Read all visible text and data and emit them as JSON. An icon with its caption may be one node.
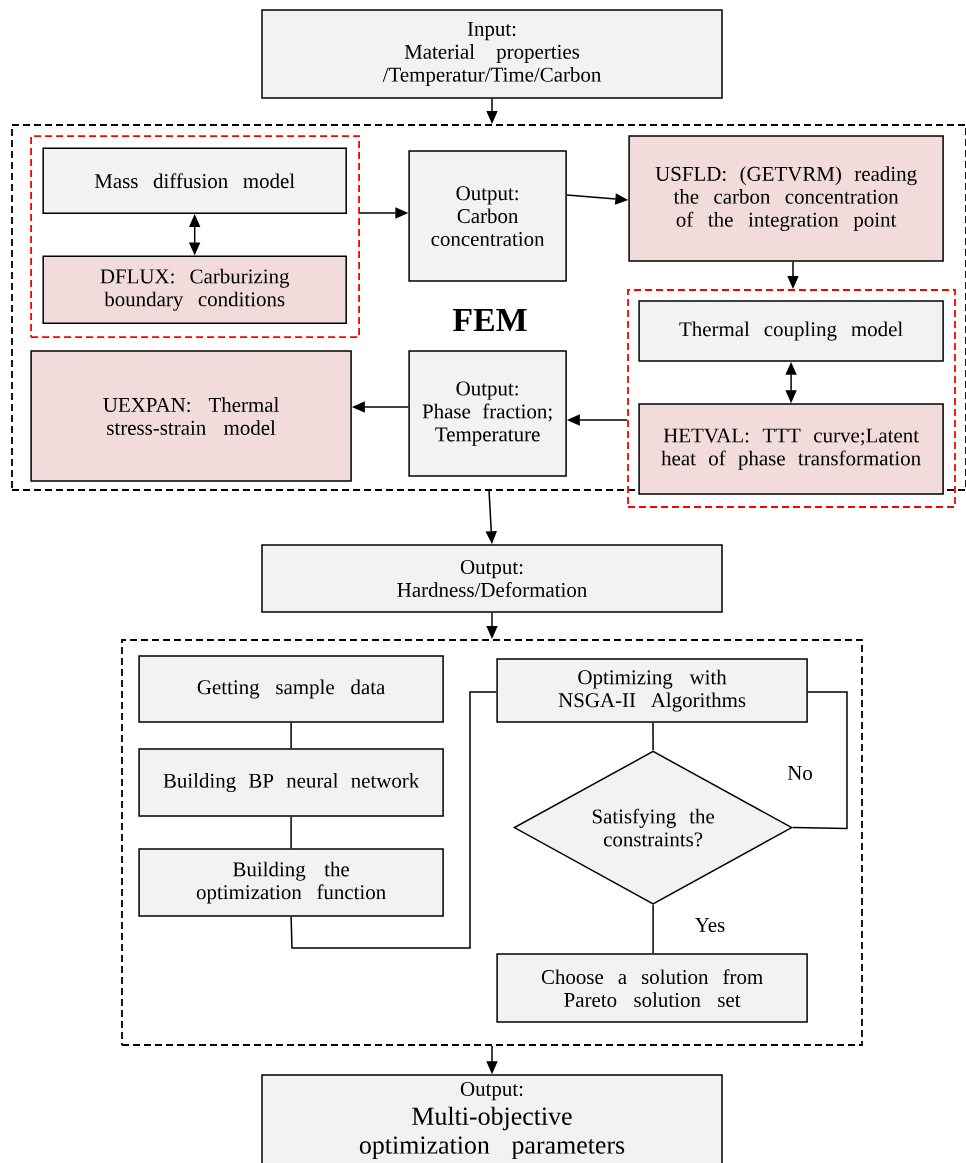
{
  "diagram": {
    "nodes": [
      {
        "text": [
          "Input:",
          "Material properties /Temperatur/Time/Carbon"
        ]
      },
      {
        "text": [
          "FEM"
        ]
      },
      {
        "text": [],
        "shape": "box",
        "in": 1
      },
      {
        "text": [
          "Mass diffusion model"
        ],
        "in": 2
      },
      {
        "text": [
          "DFLUX: Carburizing boundary conditions"
        ],
        "in": 2
      },
      {
        "text": [
          "Output:",
          "Carbon concentration"
        ],
        "in": 1
      },
      {
        "text": [
          "USFLD: (GETVRM) reading the carbon concentration of the integration point"
        ],
        "in": 1
      },
      {
        "text": [],
        "shape": "box"
      },
      {
        "text": [
          "Thermal coupling model"
        ],
        "in": 7
      },
      {
        "text": [
          "HETVAL: TTT curve;Latent heat of phase transformation"
        ],
        "in": 7
      },
      {
        "text": [
          "Output:",
          "Phase fraction; Temperature"
        ],
        "in": 1
      },
      {
        "text": [
          "UEXPAN: Thermal stress-strain model"
        ],
        "in": 1
      },
      {
        "text": [
          "Output:",
          "Hardness/Deformation"
        ]
      },
      {
        "text": [],
        "shape": "box"
      },
      {
        "text": [
          "Getting sample data"
        ],
        "in": 13
      },
      {
        "text": [
          "Building BP neural network"
        ],
        "in": 13
      },
      {
        "text": [
          "Building the optimization function"
        ],
        "in": 13
      },
      {
        "text": [
          "Optimizing with NSGA-II Algorithms"
        ],
        "in": 13
      },
      {
        "text": [
          "Satisfying the constraints?"
        ],
        "in": 13
      },
      {
        "text": [
          "Choose a solution from Pareto solution set"
        ],
        "in": 13
      },
      {
        "text": [
          "Output:",
          "Multi-objective optimization parameters"
        ]
      }
    ],
    "edges": [
      {
        "from": 0,
        "to": 1,
        "arrow": "to"
      },
      {
        "from": 2,
        "to": 5,
        "arrow": "to"
      },
      {
        "from": 5,
        "to": 6,
        "arrow": "to"
      },
      {
        "from": 3,
        "to": 4,
        "arrow": "both"
      },
      {
        "from": 6,
        "to": 7,
        "arrow": "to"
      },
      {
        "from": 8,
        "to": 9,
        "arrow": "both"
      },
      {
        "from": 7,
        "to": 10,
        "arrow": "to"
      },
      {
        "from": 10,
        "to": 11,
        "arrow": "to"
      },
      {
        "from": 1,
        "to": 12,
        "arrow": "to"
      },
      {
        "from": 12,
        "to": 13,
        "arrow": "to"
      },
      {
        "from": 14,
        "to": 15,
        "arrow": "none"
      },
      {
        "from": 15,
        "to": 16,
        "arrow": "none"
      },
      {
        "from": 16,
        "to": 17,
        "arrow": "none"
      },
      {
        "from": 17,
        "to": 18,
        "arrow": "none"
      },
      {
        "from": 18,
        "to": 17,
        "arrow": "none",
        "label": "No"
      },
      {
        "from": 18,
        "to": 19,
        "arrow": "none",
        "label": "Yes"
      },
      {
        "from": 13,
        "to": 20,
        "arrow": "to"
      }
    ]
  }
}
